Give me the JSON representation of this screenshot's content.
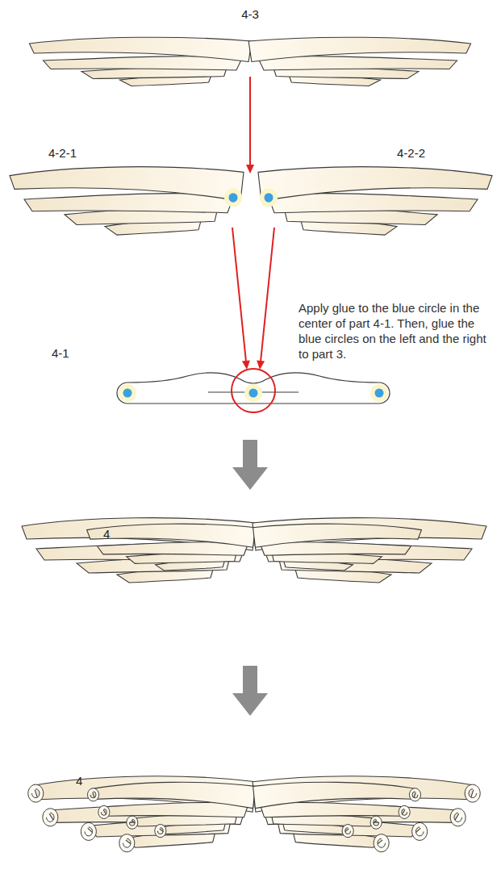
{
  "diagram": {
    "labels": [
      "4-3",
      "4-2-1",
      "4-2-2",
      "Apply glue to the blue circle in the center of part 4-1. Then, glue the blue circles on the left and the right to part 3.",
      "4-1",
      "4",
      "4"
    ]
  }
}
